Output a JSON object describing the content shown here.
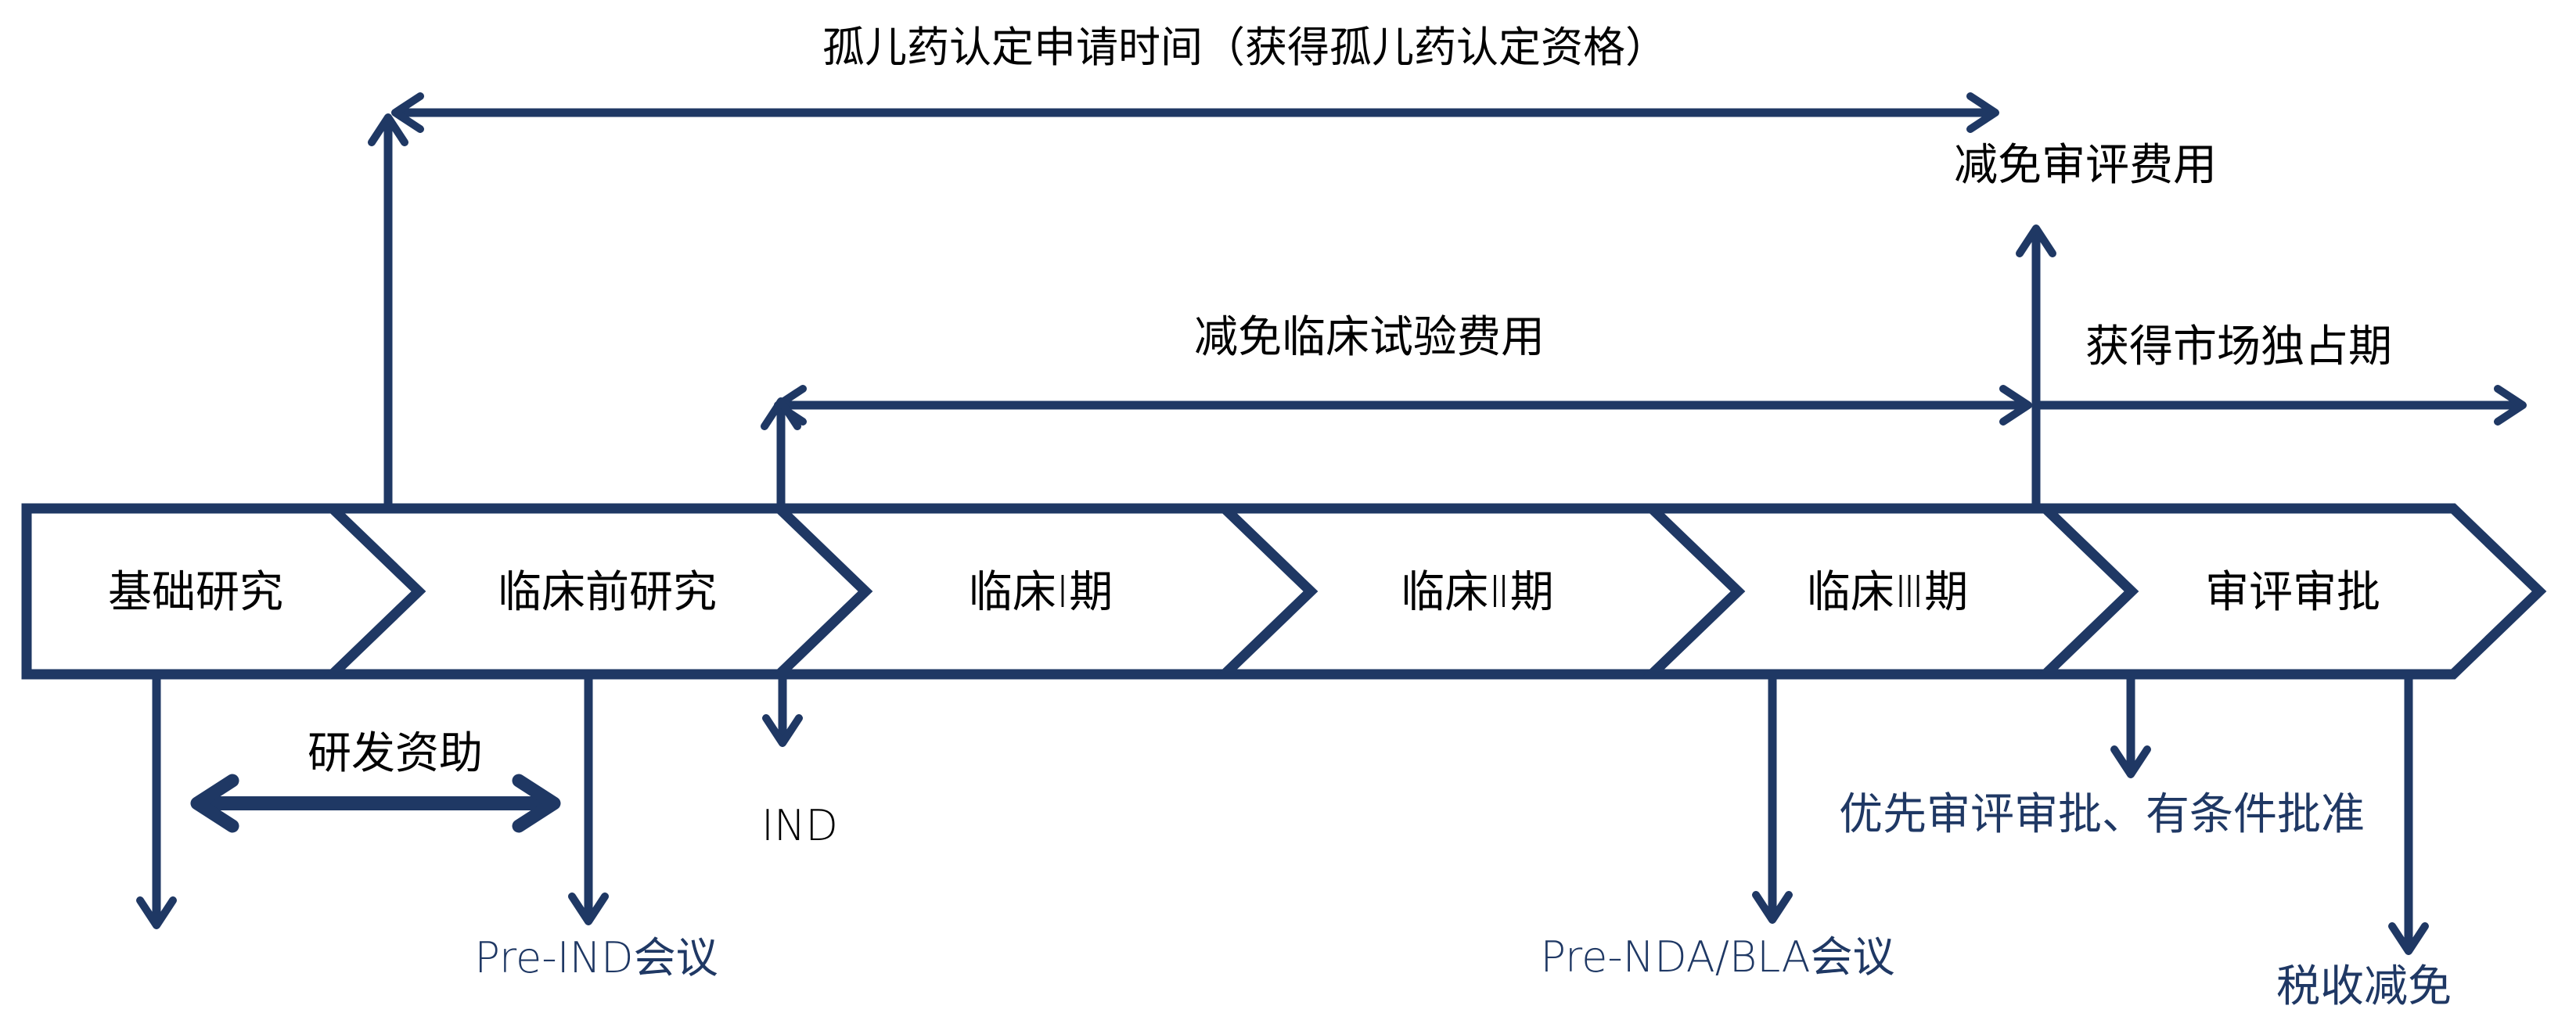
{
  "diagram": {
    "title": "孤儿药认定申请时间（获得孤儿药认定资格）",
    "stages": [
      {
        "label": "基础研究"
      },
      {
        "label": "临床前研究"
      },
      {
        "label": "临床Ⅰ期"
      },
      {
        "label": "临床Ⅱ期"
      },
      {
        "label": "临床Ⅲ期"
      },
      {
        "label": "审评审批"
      }
    ],
    "top_annotations": {
      "review_fee_waiver": "减免审评费用",
      "clinical_trial_fee_waiver": "减免临床试验费用",
      "market_exclusivity": "获得市场独占期"
    },
    "bottom_annotations": {
      "rd_funding": "研发资助",
      "ind": "IND",
      "pre_ind_meeting": "Pre-IND会议",
      "pre_nda_bla_meeting": "Pre-NDA/BLA会议",
      "priority_review": "优先审评审批、有条件批准",
      "tax_relief": "税收减免"
    },
    "colors": {
      "accent_navy": "#1f3864",
      "black_text": "#000000",
      "background": "#ffffff"
    }
  }
}
